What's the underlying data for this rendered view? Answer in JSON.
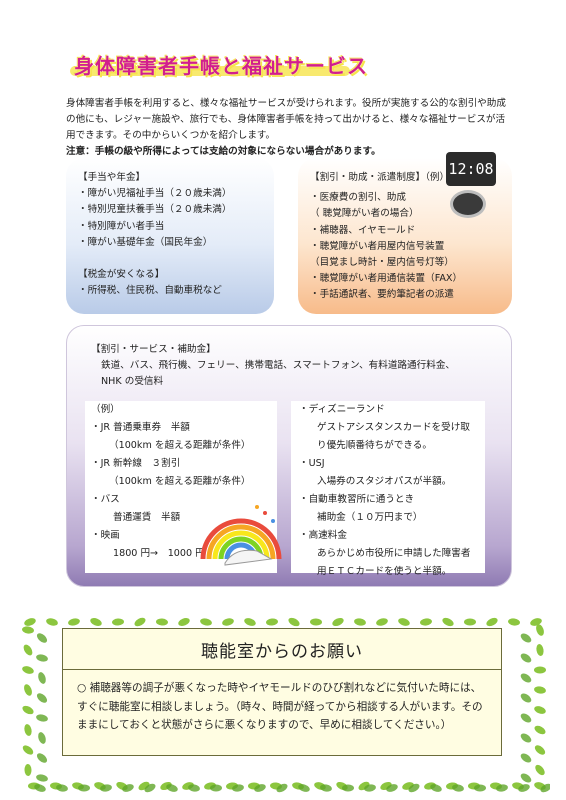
{
  "title": "身体障害者手帳と福祉サービス",
  "intro": "身体障害者手帳を利用すると、様々な福祉サービスが受けられます。役所が実施する公的な割引や助成の他にも、レジャー施設や、旅行でも、身体障害者手帳を持って出かけると、様々な福祉サービスが活用できます。その中からいくつかを紹介します。",
  "note": "注意：手帳の級や所得によっては支給の対象にならない場合があります。",
  "left_box": {
    "heading1": "【手当や年金】",
    "items1": [
      "・障がい児福祉手当（２０歳未満）",
      "・特別児童扶養手当（２０歳未満）",
      "・特別障がい者手当",
      "・障がい基礎年金（国民年金）"
    ],
    "heading2": "【税金が安くなる】",
    "items2": [
      "・所得税、住民税、自動車税など"
    ]
  },
  "right_box": {
    "heading": "【割引・助成・派遣制度】（例）",
    "items": [
      "・医療費の割引、助成",
      "（ 聴覚障がい者の場合）",
      "・補聴器、イヤモールド",
      "・聴覚障がい者用屋内信号装置",
      "（目覚まし時計・屋内信号灯等）",
      "・聴覚障がい者用通信装置（FAX）",
      "・手話通訳者、要約筆記者の派遣"
    ],
    "clock_text": "12:08"
  },
  "mid_box": {
    "heading": "【割引・サービス・補助金】",
    "line1": "鉄道、バス、飛行機、フェリー、携帯電話、スマートフォン、有料道路通行料金、",
    "line2": "NHK の受信料",
    "left": {
      "ex": "（例）",
      "l1": "・JR 普通乗車券　半額",
      "l2": "（100km を超える距離が条件）",
      "l3": "・JR 新幹線　３割引",
      "l4": "（100km を超える距離が条件）",
      "l5": "・バス",
      "l6": "普通運賃　半額",
      "l7": "・映画",
      "l8": "1800 円→　1000 円"
    },
    "right": {
      "r1": "・ディズニーランド",
      "r2": "ゲストアシスタンスカードを受け取",
      "r3": "り優先順番待ちができる。",
      "r4": "・USJ",
      "r5": "入場券のスタジオパスが半額。",
      "r6": "・自動車教習所に通うとき",
      "r7": "補助金（１０万円まで）",
      "r8": "・高速料金",
      "r9": "あらかじめ市役所に申請した障害者",
      "r10": "用ＥＴＣカードを使うと半額。"
    }
  },
  "notice": {
    "title": "聴能室からのお願い",
    "body": "○ 補聴器等の調子が悪くなった時やイヤモールドのひび割れなどに気付いた時には、すぐに聴能室に相談しましょう。（時々、時間が経ってから相談する人がいます。そのままにしておくと状態がさらに悪くなりますので、早めに相談してください。）"
  }
}
